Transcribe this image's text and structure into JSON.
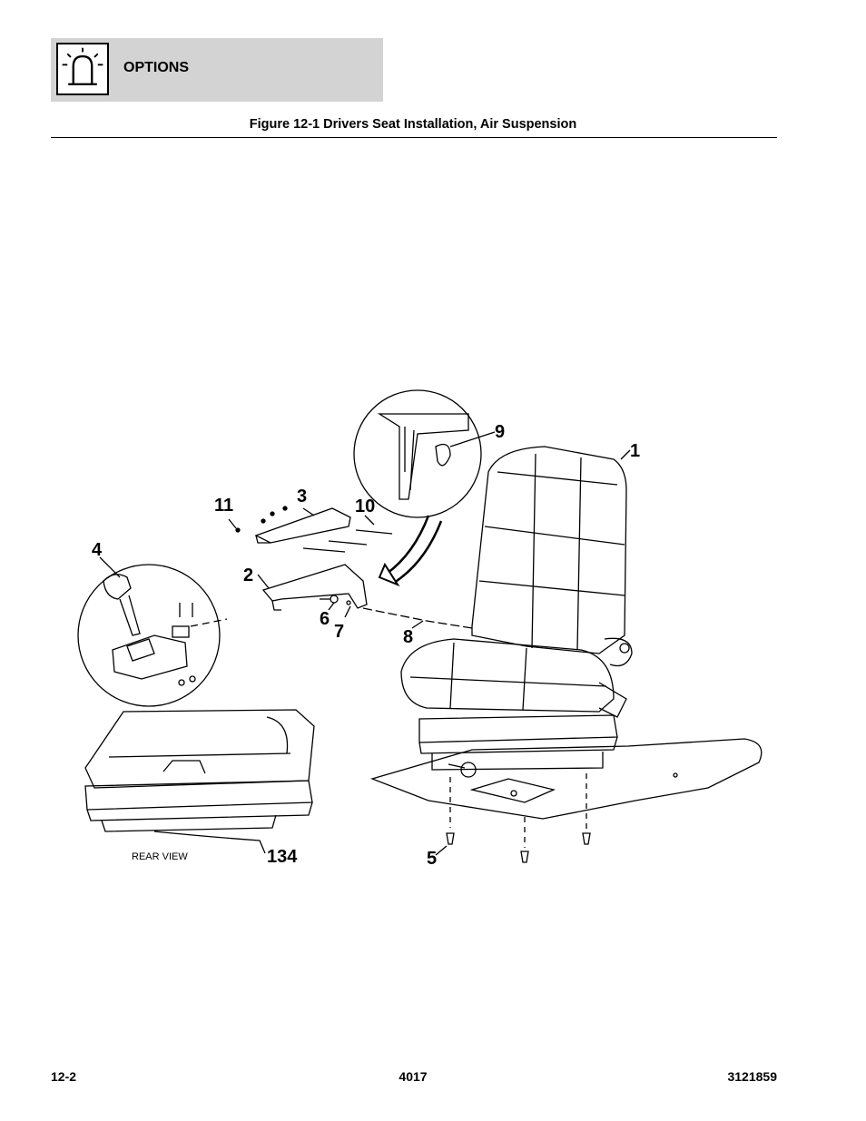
{
  "header": {
    "section_title": "OPTIONS",
    "icon": "warning-beacon-icon"
  },
  "figure": {
    "title": "Figure 12-1 Drivers Seat Installation, Air Suspension",
    "callouts": {
      "c1": "1",
      "c2": "2",
      "c3": "3",
      "c4": "4",
      "c5": "5",
      "c6": "6",
      "c7": "7",
      "c8": "8",
      "c9": "9",
      "c10": "10",
      "c11": "11",
      "c134": "134"
    },
    "rear_view_label": "REAR VIEW"
  },
  "footer": {
    "page_number": "12-2",
    "model": "4017",
    "manual_number": "3121859"
  }
}
